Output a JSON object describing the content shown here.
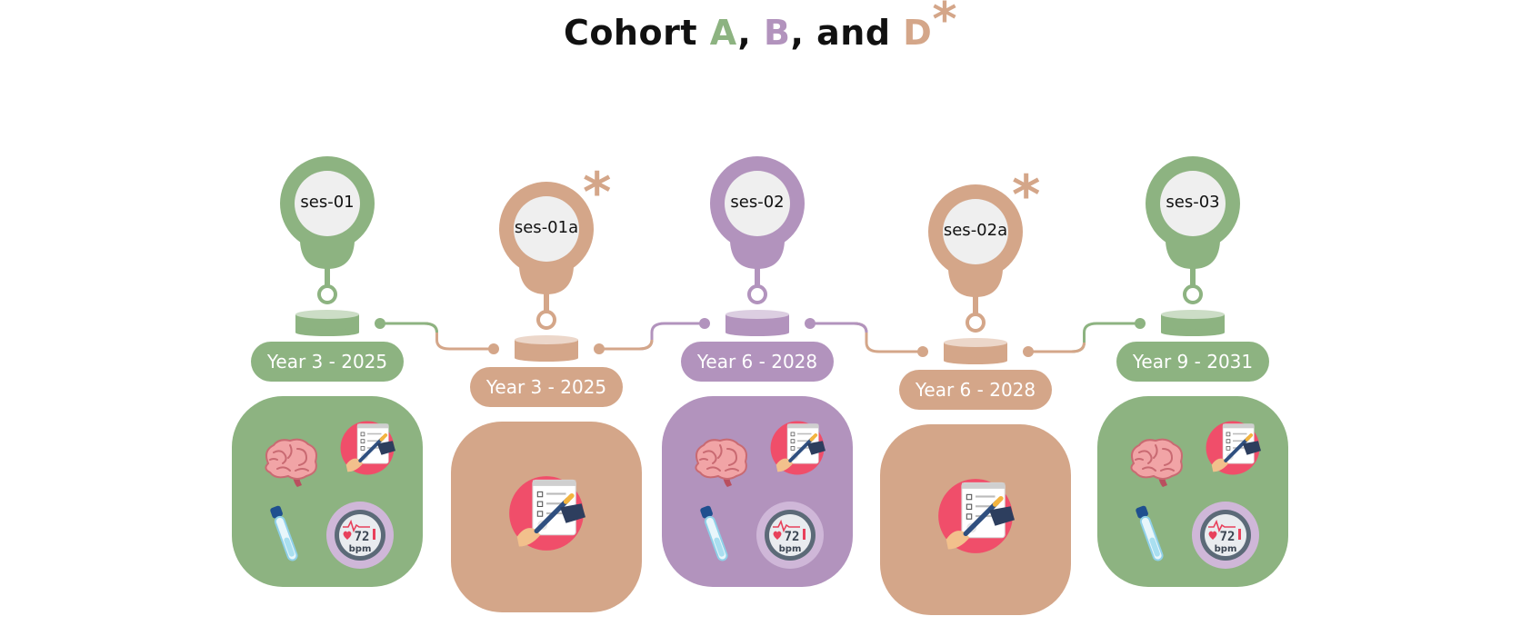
{
  "title": {
    "prefix": "Cohort ",
    "a": "A",
    "sep1": ", ",
    "b": "B",
    "sep2": ", and ",
    "d": "D",
    "asterisk": "*"
  },
  "colors": {
    "green": "#8db381",
    "tan": "#d4a689",
    "purple": "#b293bd",
    "pin_inner": "#efefef",
    "text_dark": "#111111"
  },
  "sessions": [
    {
      "label": "ses-01",
      "year": "Year 3 - 2025",
      "cohort": "green",
      "asterisk": "",
      "icons": [
        "brain-icon",
        "checklist-icon",
        "test-tube-icon",
        "heart-rate-monitor-icon"
      ]
    },
    {
      "label": "ses-01a",
      "year": "Year 3 - 2025",
      "cohort": "tan",
      "asterisk": "*",
      "icons": [
        "checklist-icon"
      ]
    },
    {
      "label": "ses-02",
      "year": "Year 6 - 2028",
      "cohort": "purple",
      "asterisk": "",
      "icons": [
        "brain-icon",
        "checklist-icon",
        "test-tube-icon",
        "heart-rate-monitor-icon"
      ]
    },
    {
      "label": "ses-02a",
      "year": "Year 6 - 2028",
      "cohort": "tan",
      "asterisk": "*",
      "icons": [
        "checklist-icon"
      ]
    },
    {
      "label": "ses-03",
      "year": "Year 9 - 2031",
      "cohort": "green",
      "asterisk": "",
      "icons": [
        "brain-icon",
        "checklist-icon",
        "test-tube-icon",
        "heart-rate-monitor-icon"
      ]
    }
  ],
  "monitor": {
    "value": "72",
    "unit": "bpm"
  }
}
